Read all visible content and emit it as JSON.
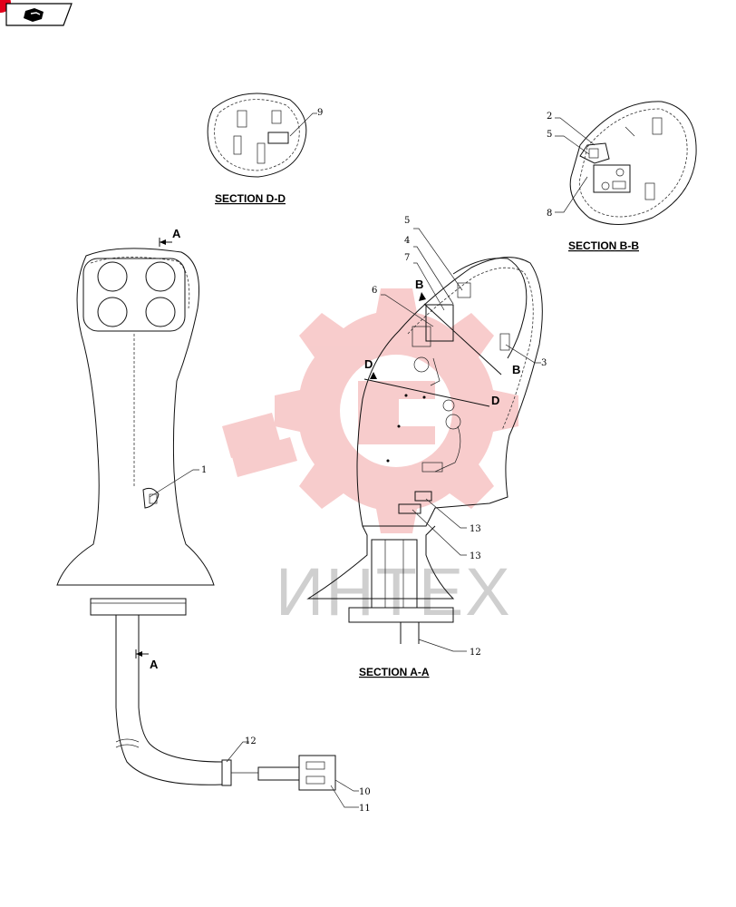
{
  "nav": {
    "icon": "book-icon",
    "corner_color": "#e2001a"
  },
  "watermark": {
    "text": "ИНТЕХ",
    "color": "#f2a3a3"
  },
  "sections": {
    "dd": "SECTION D-D",
    "bb": "SECTION B-B",
    "aa": "SECTION A-A"
  },
  "markers": {
    "a_top": "A",
    "a_bottom": "A",
    "b_left": "B",
    "b_right": "B",
    "d_left": "D",
    "d_right": "D"
  },
  "callouts": {
    "c1": "1",
    "c2": "2",
    "c3": "3",
    "c4": "4",
    "c5a": "5",
    "c5b": "5",
    "c6": "6",
    "c7": "7",
    "c8": "8",
    "c9": "9",
    "c10": "10",
    "c11": "11",
    "c12a": "12",
    "c12b": "12",
    "c13a": "13",
    "c13b": "13"
  }
}
